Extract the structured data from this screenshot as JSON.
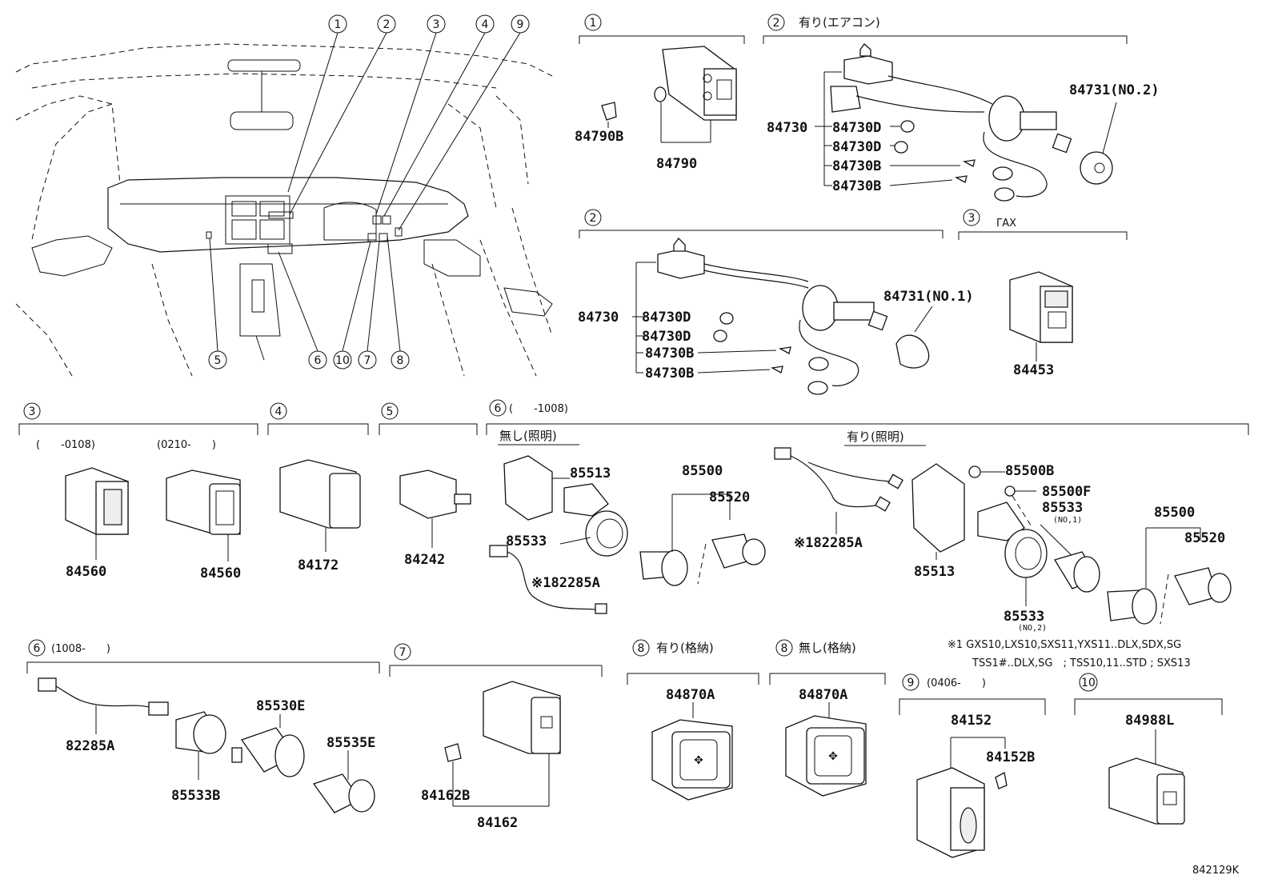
{
  "overview": {
    "callouts": [
      "1",
      "2",
      "3",
      "4",
      "9",
      "5",
      "6",
      "10",
      "7",
      "8"
    ]
  },
  "sections": {
    "s1": {
      "num": "1"
    },
    "s2a": {
      "num": "2",
      "note": "有り(エアコン)"
    },
    "s2b": {
      "num": "2"
    },
    "s3a": {
      "num": "3",
      "note": "ΓAX"
    },
    "s3b": {
      "num": "3",
      "range_a": "(　　-0108)",
      "range_b": "(0210-　　)"
    },
    "s4": {
      "num": "4"
    },
    "s5": {
      "num": "5"
    },
    "s6a": {
      "num": "6",
      "note": "(　　-1008)",
      "sub_a": "無し(照明)",
      "sub_b": "有り(照明)"
    },
    "s6b": {
      "num": "6",
      "note": "(1008-　　)"
    },
    "s7": {
      "num": "7"
    },
    "s8a": {
      "num": "8",
      "note": "有り(格納)"
    },
    "s8b": {
      "num": "8",
      "note": "無し(格納)"
    },
    "s9": {
      "num": "9",
      "note": "(0406-　　)"
    },
    "s10": {
      "num": "10"
    }
  },
  "parts": {
    "p84790B": "84790B",
    "p84790": "84790",
    "p84730_a": "84730",
    "p84730D_a1": "84730D",
    "p84730D_a2": "84730D",
    "p84730B_a1": "84730B",
    "p84730B_a2": "84730B",
    "p84731_no2": "84731(NO.2)",
    "p84730_b": "84730",
    "p84730D_b1": "84730D",
    "p84730D_b2": "84730D",
    "p84730B_b1": "84730B",
    "p84730B_b2": "84730B",
    "p84731_no1": "84731(NO.1)",
    "p84453": "84453",
    "p84560_a": "84560",
    "p84560_b": "84560",
    "p84172": "84172",
    "p84242": "84242",
    "p85513_a": "85513",
    "p85533_a": "85533",
    "p82285A_a": "※182285A",
    "p85500_a": "85500",
    "p85520_a": "85520",
    "p82285A_b": "※182285A",
    "p85513_b": "85513",
    "p85500B": "85500B",
    "p85500F": "85500F",
    "p85533_no1": "85533",
    "p85533_no1_sub": "(NO,1)",
    "p85533_no2": "85533",
    "p85533_no2_sub": "(NO,2)",
    "p85500_b": "85500",
    "p85520_b": "85520",
    "p82285A_c": "82285A",
    "p85533B": "85533B",
    "p85530E": "85530E",
    "p85535E": "85535E",
    "p84162B": "84162B",
    "p84162": "84162",
    "p84870A_a": "84870A",
    "p84870A_b": "84870A",
    "p84152": "84152",
    "p84152B": "84152B",
    "p84988L": "84988L"
  },
  "footnote": {
    "line1": "※1 GXS10,LXS10,SXS11,YXS11..DLX,SDX,SG",
    "line2": "TSS1#..DLX,SG　; TSS10,11..STD ; SXS13"
  },
  "figure_id": "842129K"
}
